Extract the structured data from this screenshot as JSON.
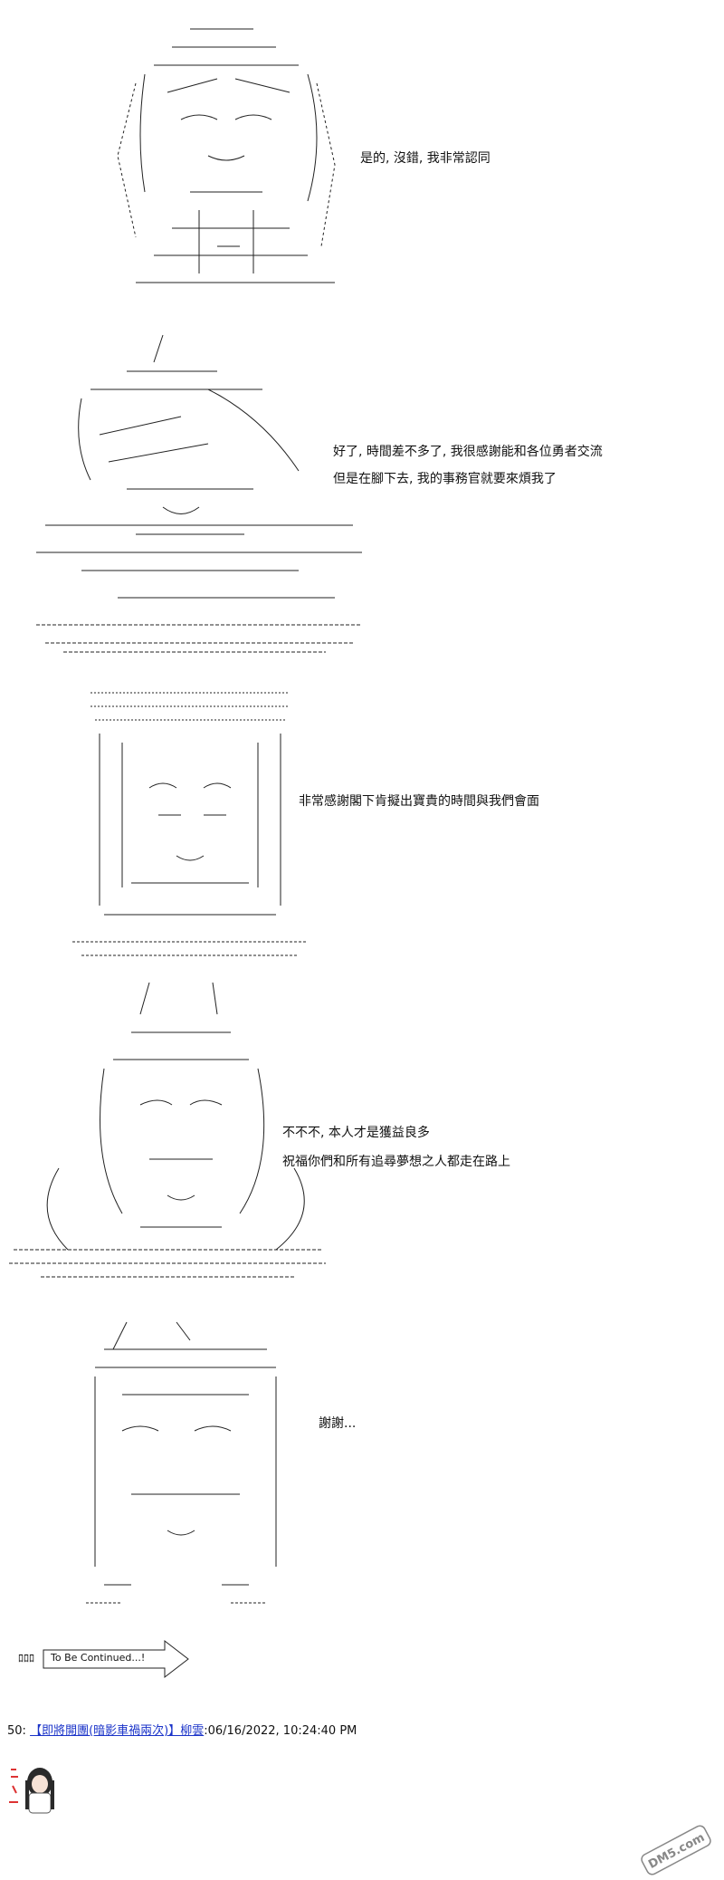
{
  "panels": [
    {
      "lines": [
        "是的, 沒錯, 我非常認同"
      ]
    },
    {
      "lines": [
        "好了, 時間差不多了, 我很感謝能和各位勇者交流",
        "但是在腳下去, 我的事務官就要來煩我了"
      ]
    },
    {
      "lines": [
        "非常感謝閣下肯擬出寶貴的時間與我們會面"
      ]
    },
    {
      "lines": [
        "不不不, 本人才是獲益良多",
        "祝福你們和所有追尋夢想之人都走在路上"
      ]
    },
    {
      "lines": [
        "謝謝..."
      ]
    }
  ],
  "continued": {
    "prefix": "ﾛﾛﾛ",
    "label": "To Be Continued...!"
  },
  "post": {
    "number": "50:",
    "name": "【即將開團(暗影車禍兩次)】柳雲",
    "separator": ":",
    "timestamp": "06/16/2022, 10:24:40 PM"
  },
  "watermark": {
    "text": "DM5.com"
  },
  "colors": {
    "link": "#1a33c9",
    "ink": "#111111",
    "background": "#ffffff"
  }
}
